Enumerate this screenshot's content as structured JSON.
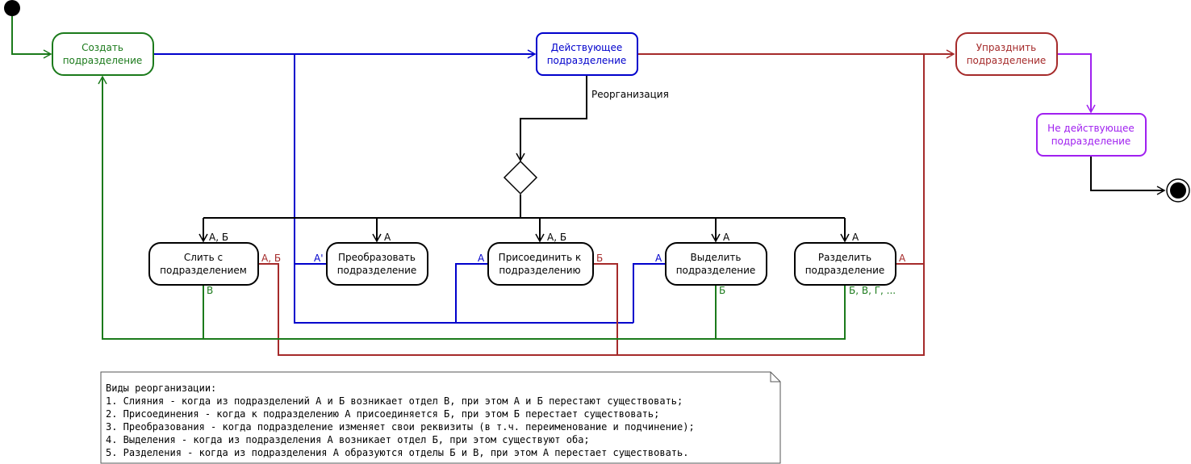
{
  "colors": {
    "green": "#1b7a1b",
    "blue": "#0000cc",
    "red": "#a52a2a",
    "purple": "#a020f0",
    "black": "#000000"
  },
  "nodes": {
    "create": [
      "Создать",
      "подразделение"
    ],
    "active": [
      "Действующее",
      "подразделение"
    ],
    "abolish": [
      "Упразднить",
      "подразделение"
    ],
    "inactive": [
      "Не действующее",
      "подразделение"
    ],
    "merge": [
      "Слить с",
      "подразделением"
    ],
    "transform": [
      "Преобразовать",
      "подразделение"
    ],
    "join": [
      "Присоединить к",
      "подразделению"
    ],
    "separate": [
      "Выделить",
      "подразделение"
    ],
    "split": [
      "Разделить",
      "подразделение"
    ]
  },
  "edge_labels": {
    "reorg": "Реорганизация",
    "merge_in": "А, Б",
    "merge_out_red": "А, Б",
    "merge_out_green": "В",
    "transform_in": "А",
    "transform_out_blue": "А'",
    "join_in": "А, Б",
    "join_out_blue": "А",
    "join_out_red": "Б",
    "separate_in": "А",
    "separate_out_blue": "А",
    "separate_out_green": "Б",
    "split_in": "А",
    "split_out_red": "А",
    "split_out_green": "Б, В, Г, ..."
  },
  "note": {
    "lines": [
      "Виды реорганизации:",
      "1. Слияния - когда из подразделений А и Б возникает отдел В, при этом А и Б перестают существовать;",
      "2. Присоединения - когда к подразделению А присоединяется Б, при этом Б перестает существовать;",
      "3. Преобразования - когда подразделение изменяет свои реквизиты (в т.ч. переименование и подчинение);",
      "4. Выделения - когда из подразделения А возникает отдел Б, при этом существуют оба;",
      "5. Разделения - когда из подразделения А образуются отделы Б и В, при этом А перестает существовать."
    ]
  }
}
